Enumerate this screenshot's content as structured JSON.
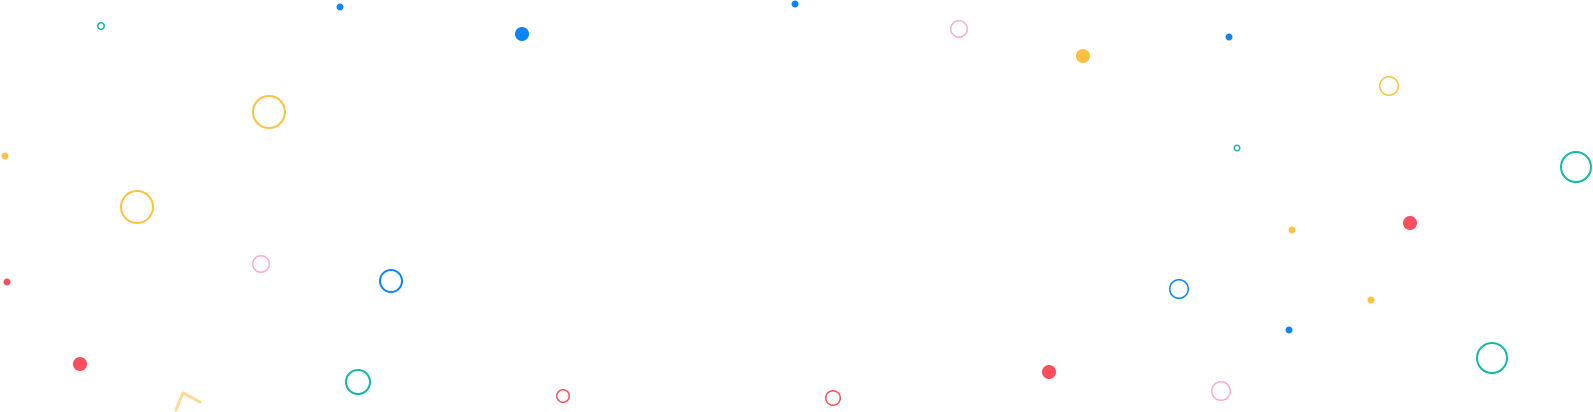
{
  "palette": {
    "blue": "#0a84ff",
    "orange": "#ffc043",
    "teal": "#14b8a6",
    "pink": "#ffaad3",
    "red": "#ff4f5e",
    "light_orange": "#fdd99a"
  },
  "decorations": [
    {
      "kind": "ring",
      "color": "teal"
    },
    {
      "kind": "dot",
      "color": "blue"
    },
    {
      "kind": "dot",
      "color": "blue"
    },
    {
      "kind": "dot",
      "color": "blue"
    },
    {
      "kind": "ring",
      "color": "pink"
    },
    {
      "kind": "dot",
      "color": "orange"
    },
    {
      "kind": "dot",
      "color": "blue"
    },
    {
      "kind": "ring",
      "color": "orange"
    },
    {
      "kind": "ring",
      "color": "orange"
    },
    {
      "kind": "dot",
      "color": "orange"
    },
    {
      "kind": "ring",
      "color": "teal"
    },
    {
      "kind": "ring",
      "color": "teal"
    },
    {
      "kind": "ring",
      "color": "orange"
    },
    {
      "kind": "dot",
      "color": "orange"
    },
    {
      "kind": "dot",
      "color": "red"
    },
    {
      "kind": "ring",
      "color": "pink"
    },
    {
      "kind": "dot",
      "color": "red"
    },
    {
      "kind": "ring",
      "color": "blue"
    },
    {
      "kind": "ring",
      "color": "blue"
    },
    {
      "kind": "dot",
      "color": "orange"
    },
    {
      "kind": "dot",
      "color": "blue"
    },
    {
      "kind": "dot",
      "color": "red"
    },
    {
      "kind": "ring",
      "color": "teal"
    },
    {
      "kind": "ring",
      "color": "teal"
    },
    {
      "kind": "dot",
      "color": "red"
    },
    {
      "kind": "ring",
      "color": "pink"
    },
    {
      "kind": "chevron",
      "color": "light_orange"
    },
    {
      "kind": "ring",
      "color": "red"
    },
    {
      "kind": "ring",
      "color": "red"
    }
  ]
}
